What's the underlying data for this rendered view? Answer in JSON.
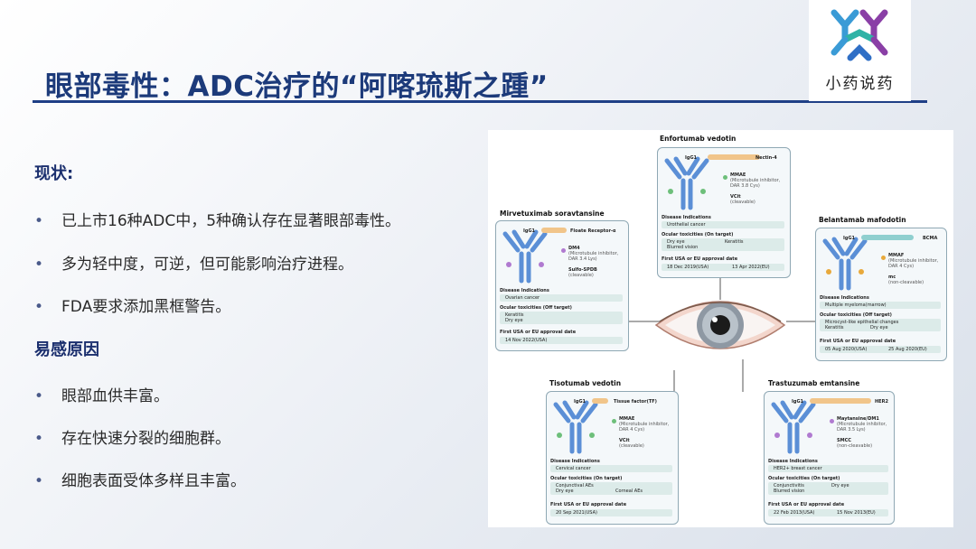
{
  "title": "眼部毒性：ADC治疗的“阿喀琉斯之踵”",
  "logo_text": "小药说药",
  "sections": [
    {
      "heading": "现状:",
      "items": [
        "已上市16种ADC中，5种确认存在显著眼部毒性。",
        "多为轻中度，可逆，但可能影响治疗进程。",
        "FDA要求添加黑框警告。"
      ]
    },
    {
      "heading": "易感原因",
      "items": [
        "眼部血供丰富。",
        "存在快速分裂的细胞群。",
        "细胞表面受体多样且丰富。"
      ]
    }
  ],
  "bullet": "•",
  "labels": {
    "igg1": "IgG1",
    "disease": "Disease Indications",
    "approval": "First USA or EU approval date"
  },
  "cards": {
    "enfortumab": {
      "name": "Enfortumab vedotin",
      "target": "Nectin-4",
      "payload": "MMAE",
      "payload_desc1": "(Microtubule inhibitor,",
      "payload_desc2": "DAR 3.8 Cys)",
      "linker": "VCit",
      "linker_desc": "(cleavable)",
      "disease": "Urothelial cancer",
      "tox_title": "Ocular toxicities (On target)",
      "tox": [
        "Dry eye",
        "Keratitis",
        "Blurred vision"
      ],
      "dates": [
        "18 Dec 2019(USA)",
        "13 Apr 2022(EU)"
      ]
    },
    "mirvetuximab": {
      "name": "Mirvetuximab soravtansine",
      "target": "Floate Receptor-α",
      "payload": "DM4",
      "payload_desc1": "(Microtubule inhibitor,",
      "payload_desc2": "DAR 3.4 Lys)",
      "linker": "Sulfo-SPDB",
      "linker_desc": "(cleavable)",
      "disease": "Ovarian cancer",
      "tox_title": "Ocular toxicities (Off target)",
      "tox": [
        "Keratitis",
        "Dry eye"
      ],
      "dates": [
        "14 Nov 2022(USA)"
      ]
    },
    "belantamab": {
      "name": "Belantamab mafodotin",
      "target": "BCMA",
      "payload": "MMAF",
      "payload_desc1": "(Microtubule inhibitor,",
      "payload_desc2": "DAR 4 Cys)",
      "linker": "mc",
      "linker_desc": "(non-cleavable)",
      "disease": "Multiple myeloma(marrow)",
      "tox_title": "Ocular toxicities (Off target)",
      "tox": [
        "Microcyst-like epithelial changes",
        "Keratitis",
        "Dry eye"
      ],
      "dates": [
        "05 Aug 2020(USA)",
        "25 Aug 2020(EU)"
      ]
    },
    "tisotumab": {
      "name": "Tisotumab vedotin",
      "target": "Tissue factor(TF)",
      "payload": "MMAE",
      "payload_desc1": "(Microtubule inhibitor,",
      "payload_desc2": "DAR 4 Cys)",
      "linker": "VCit",
      "linker_desc": "(cleavable)",
      "disease": "Cervical cancer",
      "tox_title": "Ocular toxicities (On target)",
      "tox": [
        "Conjunctival AEs",
        "Dry eye",
        "Corneal AEs"
      ],
      "dates": [
        "20 Sep 2021(USA)"
      ]
    },
    "trastuzumab": {
      "name": "Trastuzumab emtansine",
      "target": "HER2",
      "payload": "Maytansine/DM1",
      "payload_desc1": "(Microtubule inhibitor,",
      "payload_desc2": "DAR 3.5 Lys)",
      "linker": "SMCC",
      "linker_desc": "(non-cleavable)",
      "disease": "HER2+ breast cancer",
      "tox_title": "Ocular toxicities (On target)",
      "tox": [
        "Conjunctivitis",
        "Dry eye",
        "Blurred vision"
      ],
      "dates": [
        "22 Feb 2013(USA)",
        "15 Nov 2013(EU)"
      ]
    }
  },
  "colors": {
    "title": "#1c3a7a",
    "accent": "#1f3f86",
    "antibody": "#5b8fd6",
    "payload_green": "#6dbf7a",
    "payload_orange": "#e8a93b",
    "payload_purple": "#b07ad0"
  }
}
